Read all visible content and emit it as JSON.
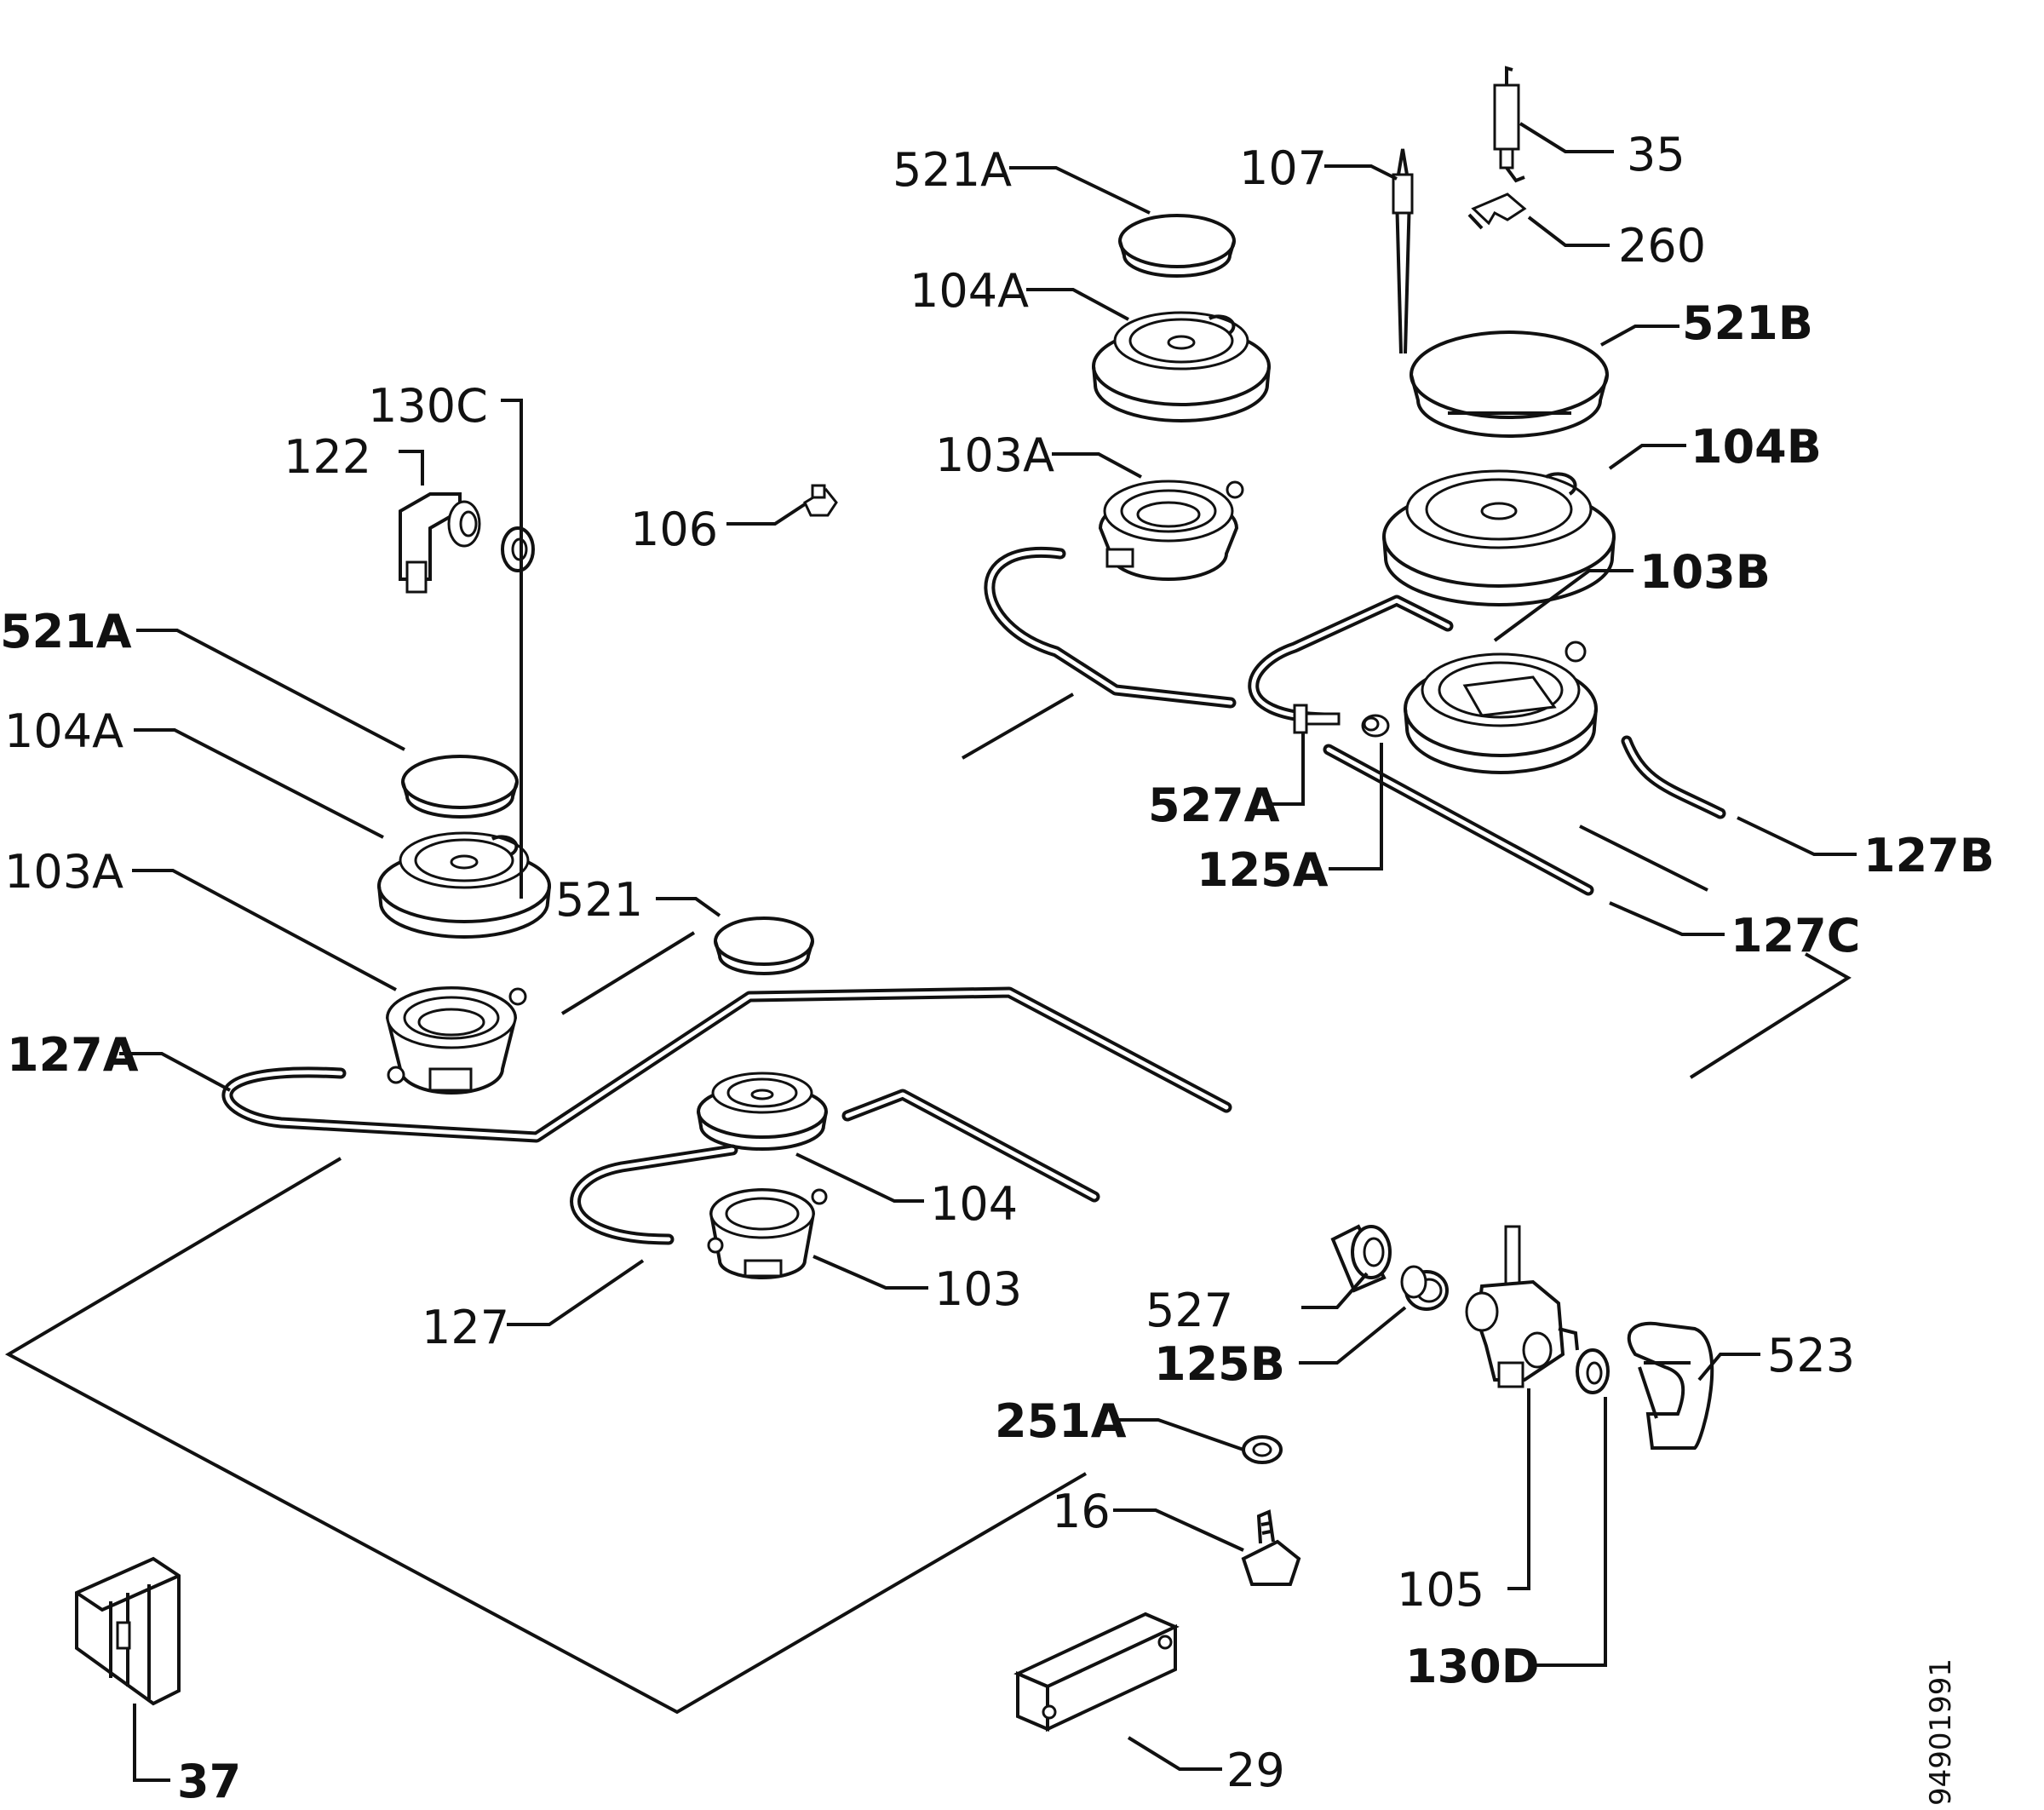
{
  "labels": {
    "l_521A_top": "521A",
    "l_104A_top": "104A",
    "l_103A_top": "103A",
    "l_107": "107",
    "l_35": "35",
    "l_260": "260",
    "l_521B": "521B",
    "l_104B": "104B",
    "l_103B": "103B",
    "l_130C": "130C",
    "l_122": "122",
    "l_106": "106",
    "l_521A_left": "521A",
    "l_104A_left": "104A",
    "l_103A_left": "103A",
    "l_521": "521",
    "l_127A": "127A",
    "l_104": "104",
    "l_103": "103",
    "l_127": "127",
    "l_527A": "527A",
    "l_125A": "125A",
    "l_127B": "127B",
    "l_127C": "127C",
    "l_527": "527",
    "l_125B": "125B",
    "l_523": "523",
    "l_251A": "251A",
    "l_16": "16",
    "l_105": "105",
    "l_130D": "130D",
    "l_29": "29",
    "l_37": "37"
  },
  "document_id": "94901991"
}
